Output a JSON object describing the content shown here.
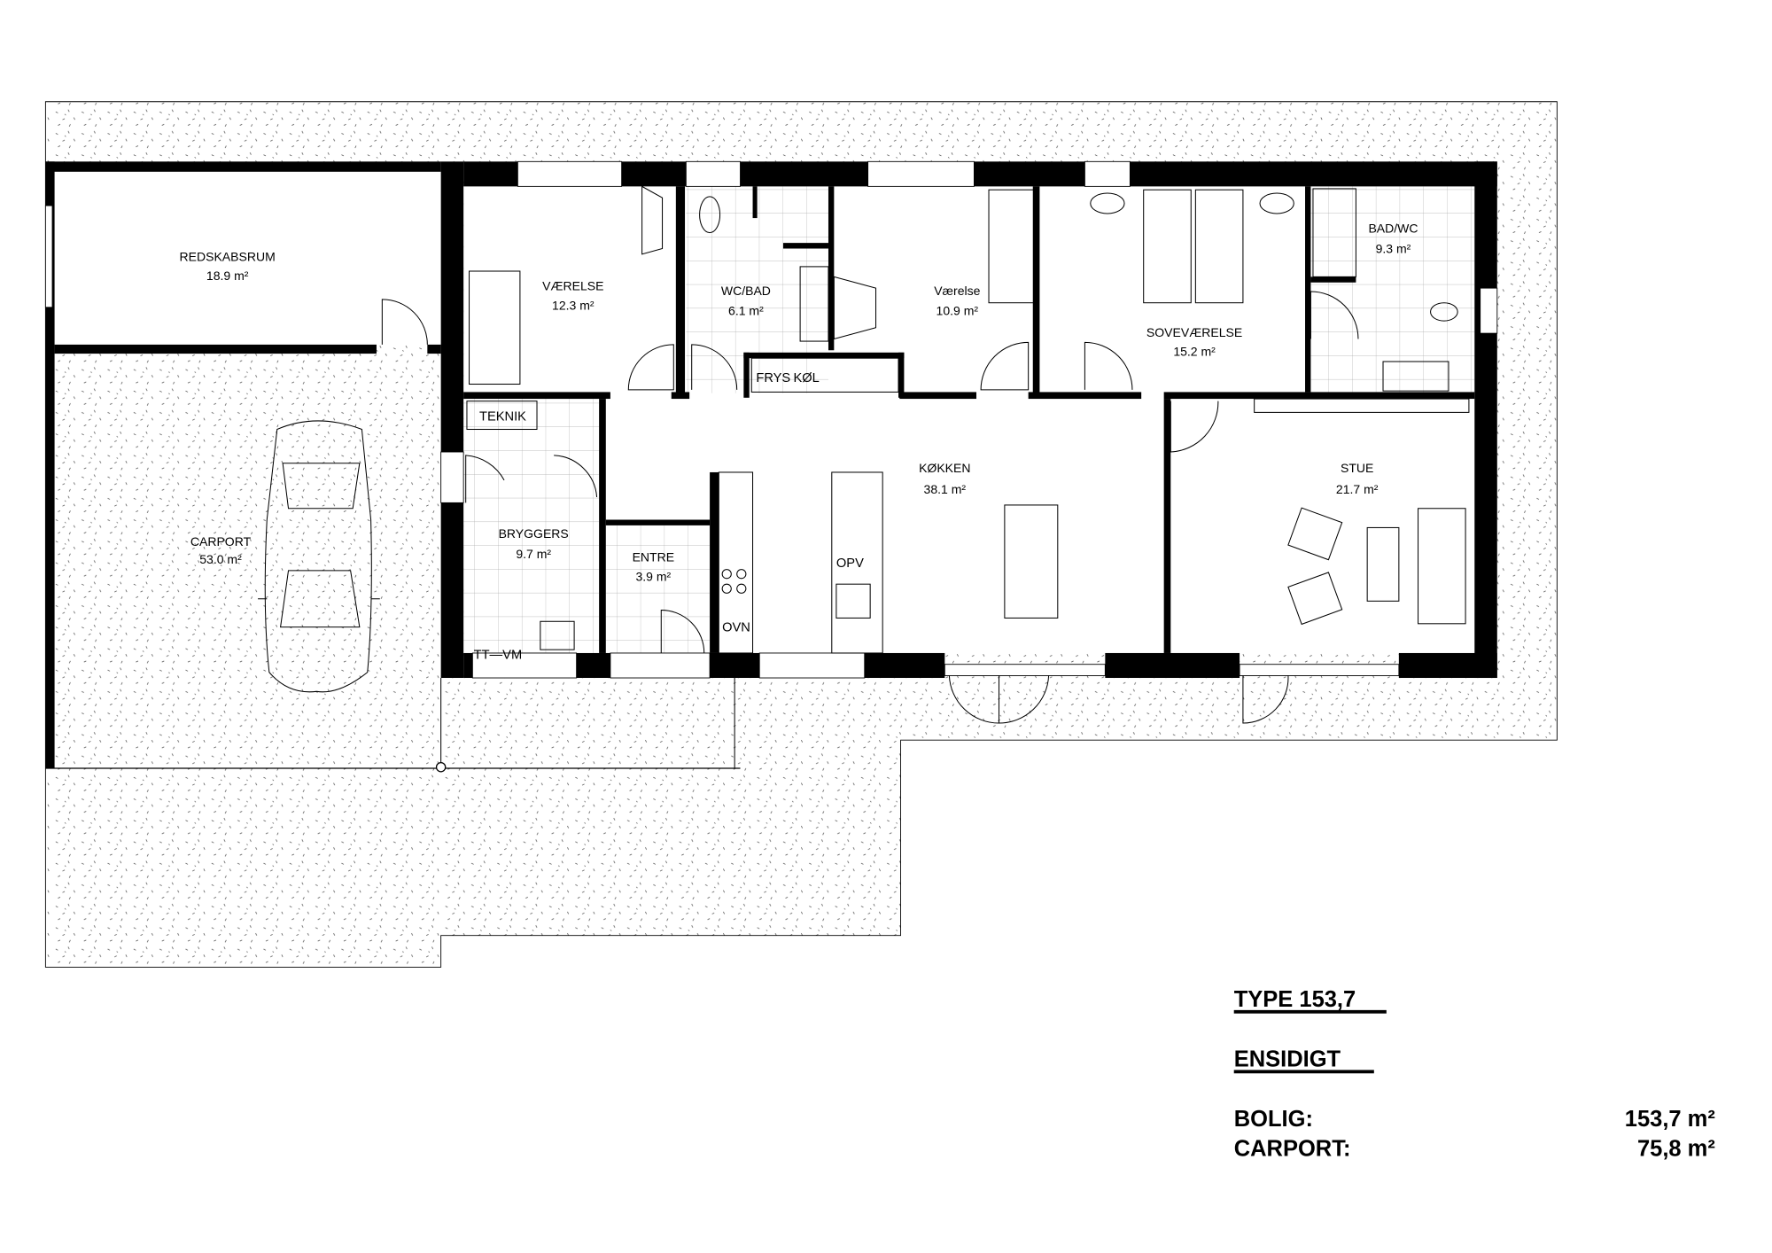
{
  "rooms": {
    "redskabsrum": {
      "name": "REDSKABSRUM",
      "area": "18.9 m²"
    },
    "vaerelse1": {
      "name": "VÆRELSE",
      "area": "12.3 m²"
    },
    "wcbad": {
      "name": "WC/BAD",
      "area": "6.1 m²"
    },
    "vaerelse2": {
      "name": "Værelse",
      "area": "10.9 m²"
    },
    "sovevaerelse": {
      "name": "SOVEVÆRELSE",
      "area": "15.2 m²"
    },
    "badwc": {
      "name": "BAD/WC",
      "area": "9.3 m²"
    },
    "koekken": {
      "name": "KØKKEN",
      "area": "38.1 m²"
    },
    "stue": {
      "name": "STUE",
      "area": "21.7 m²"
    },
    "bryggers": {
      "name": "BRYGGERS",
      "area": "9.7 m²"
    },
    "entre": {
      "name": "ENTRE",
      "area": "3.9 m²"
    },
    "carport": {
      "name": "CARPORT",
      "area": "53.0 m²"
    }
  },
  "fixtures": {
    "teknik": "TEKNIK",
    "frys": "FRYS",
    "koel": "KØL",
    "opv": "OPV",
    "ovn": "OVN",
    "ttvm": "TT—VM"
  },
  "summary": {
    "type": "TYPE 153,7",
    "variant": "ENSIDIGT",
    "bolig_label": "BOLIG:",
    "bolig_value": "153,7 m²",
    "carport_label": "CARPORT:",
    "carport_value": "75,8 m²"
  }
}
